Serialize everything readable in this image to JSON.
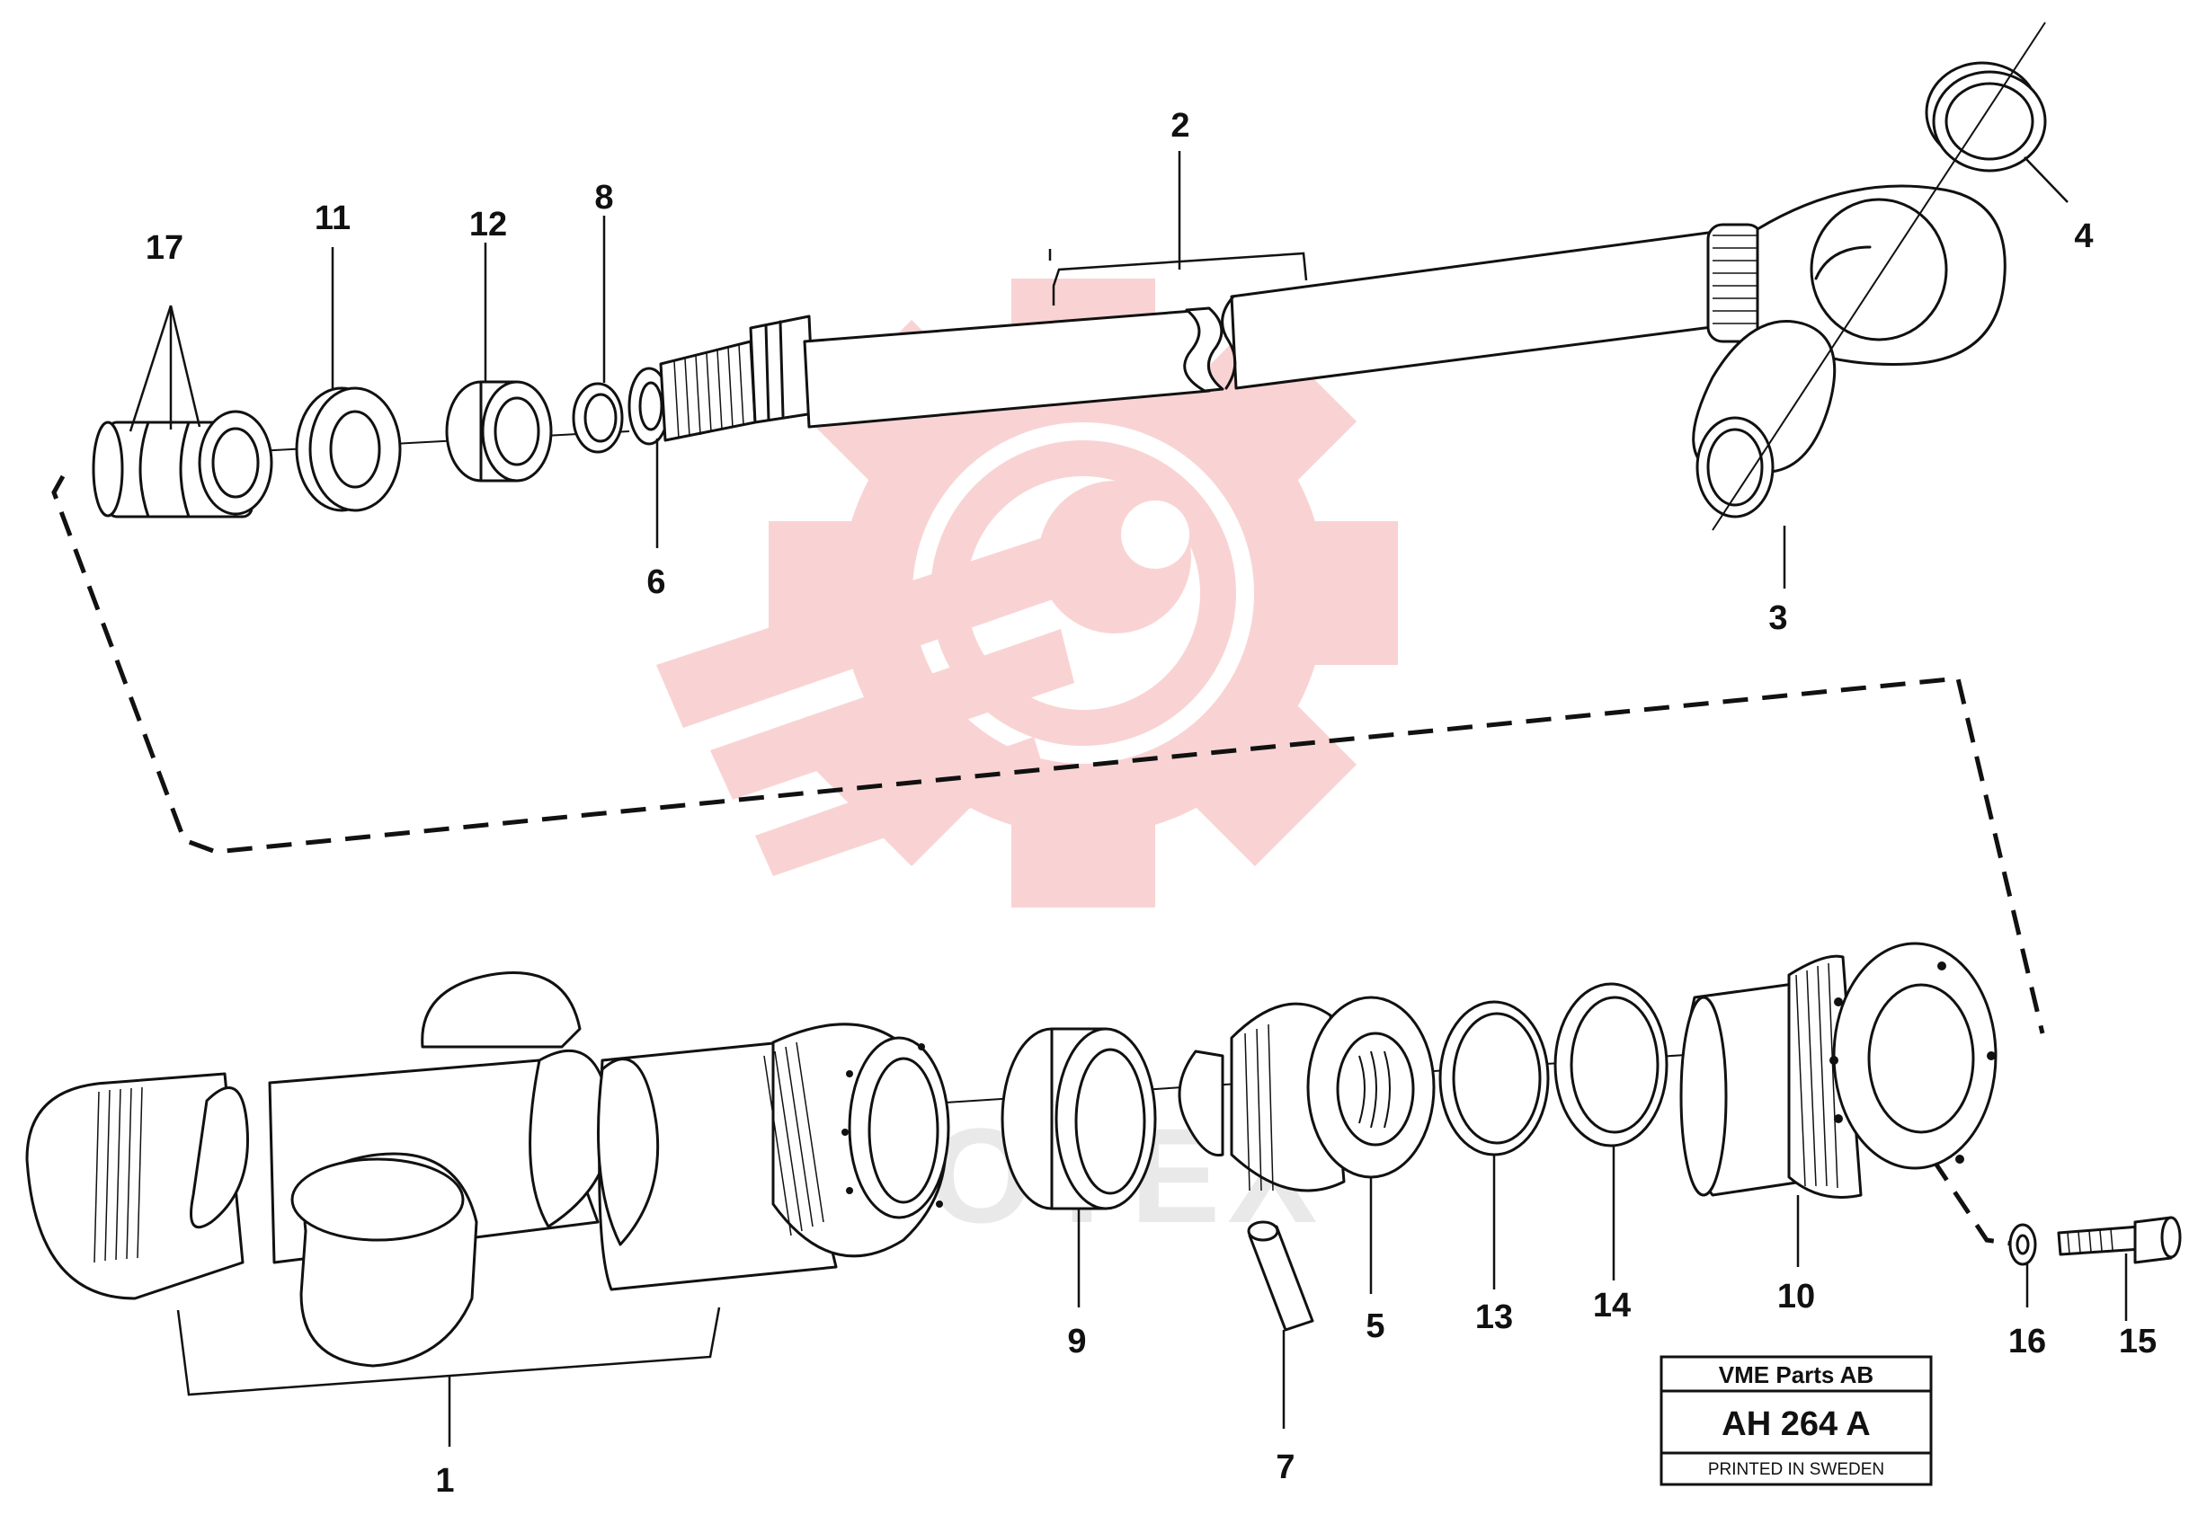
{
  "diagram": {
    "callouts": [
      "1",
      "2",
      "3",
      "4",
      "5",
      "6",
      "7",
      "8",
      "9",
      "10",
      "11",
      "12",
      "13",
      "14",
      "15",
      "16",
      "17"
    ],
    "watermark_text": "MOTEX",
    "watermark_color": "#f6c9c9"
  },
  "title_block": {
    "company": "VME Parts AB",
    "drawing_number": "AH 264 A",
    "printed": "PRINTED IN SWEDEN"
  }
}
